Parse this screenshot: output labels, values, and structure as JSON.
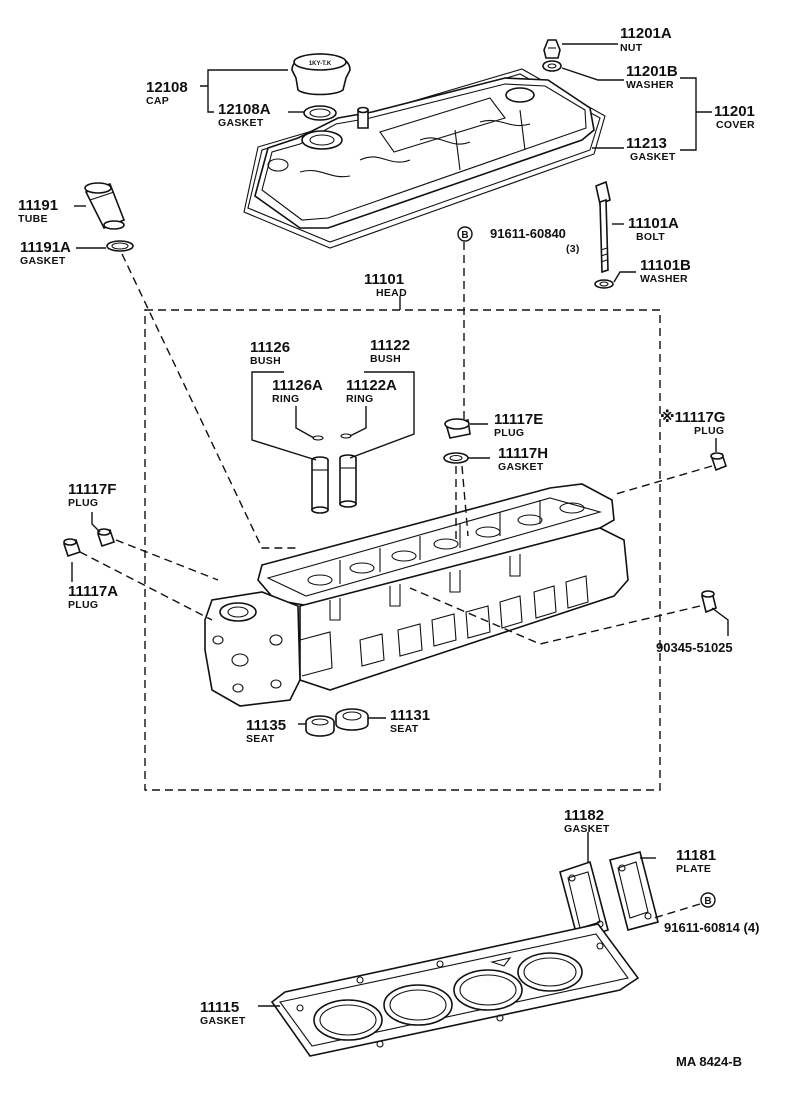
{
  "parts": {
    "p11201A": {
      "num": "11201A",
      "label": "NUT"
    },
    "p11201B": {
      "num": "11201B",
      "label": "WASHER"
    },
    "p11201": {
      "num": "11201",
      "label": "COVER"
    },
    "p11213": {
      "num": "11213",
      "label": "GASKET"
    },
    "p12108": {
      "num": "12108",
      "label": "CAP"
    },
    "p12108A": {
      "num": "12108A",
      "label": "GASKET"
    },
    "p11191": {
      "num": "11191",
      "label": "TUBE"
    },
    "p11191A": {
      "num": "11191A",
      "label": "GASKET"
    },
    "p11101A": {
      "num": "11101A",
      "label": "BOLT"
    },
    "p11101B": {
      "num": "11101B",
      "label": "WASHER"
    },
    "p11101": {
      "num": "11101",
      "label": "HEAD"
    },
    "p11126": {
      "num": "11126",
      "label": "BUSH"
    },
    "p11122": {
      "num": "11122",
      "label": "BUSH"
    },
    "p11126A": {
      "num": "11126A",
      "label": "RING"
    },
    "p11122A": {
      "num": "11122A",
      "label": "RING"
    },
    "p11117E": {
      "num": "11117E",
      "label": "PLUG"
    },
    "p11117H": {
      "num": "11117H",
      "label": "GASKET"
    },
    "p11117G": {
      "num": "※11117G",
      "label": "PLUG"
    },
    "p11117F": {
      "num": "11117F",
      "label": "PLUG"
    },
    "p11117A": {
      "num": "11117A",
      "label": "PLUG"
    },
    "p11135": {
      "num": "11135",
      "label": "SEAT"
    },
    "p11131": {
      "num": "11131",
      "label": "SEAT"
    },
    "p11182": {
      "num": "11182",
      "label": "GASKET"
    },
    "p11181": {
      "num": "11181",
      "label": "PLATE"
    },
    "p11115": {
      "num": "11115",
      "label": "GASKET"
    }
  },
  "bolt_b1": {
    "marker": "B",
    "num": "91611-60840",
    "qty": "(3)"
  },
  "bolt_b2": {
    "marker": "B",
    "num": "91611-60814 (4)"
  },
  "plug_90345": {
    "num": "90345-51025"
  },
  "cap_text": "1KY-T.K",
  "drawing_code": "MA  8424-B"
}
